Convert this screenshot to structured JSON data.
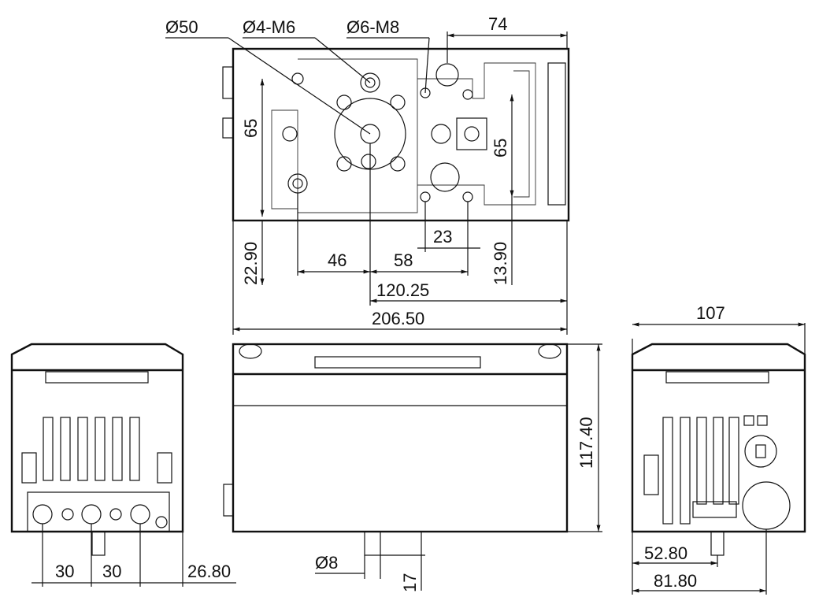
{
  "title": "Inverter dimension drawing",
  "top_view": {
    "dia_50": "Ø50",
    "dia_4_m6": "Ø4-M6",
    "dia_6_m8": "Ø6-M8",
    "width_74": "74",
    "height_65_left": "65",
    "height_65_right": "65",
    "spacing_23": "23",
    "spacing_46": "46",
    "spacing_58": "58",
    "offset_22_90": "22.90",
    "offset_13_90": "13.90",
    "span_120_25": "120.25",
    "length_206_50": "206.50"
  },
  "front_view": {
    "height_117_40": "117.40",
    "dia_8": "Ø8",
    "pin_17": "17"
  },
  "left_view": {
    "spacing_30_a": "30",
    "spacing_30_b": "30",
    "offset_26_80": "26.80"
  },
  "right_view": {
    "width_107": "107",
    "offset_52_80": "52.80",
    "offset_81_80": "81.80"
  }
}
